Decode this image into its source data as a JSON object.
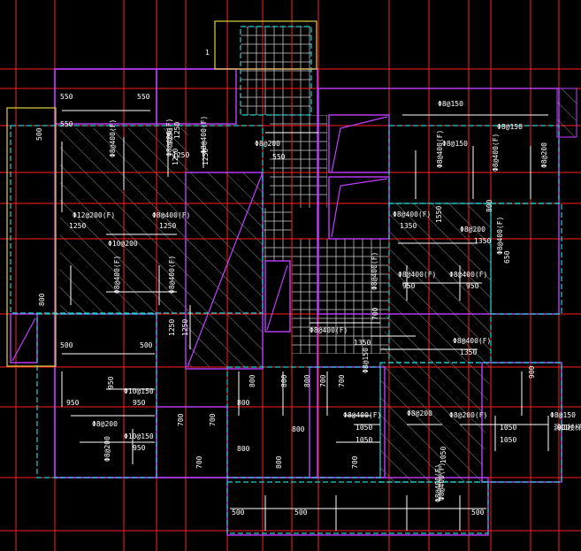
{
  "drawing": {
    "background": "#000000",
    "colors": {
      "axis": "#ff2020",
      "wall": "#c040ff",
      "dim": "#ffffff",
      "rebar": "#ffffff",
      "cyan": "#20d0d0",
      "yellow": "#e0d040"
    },
    "labels": [
      {
        "id": "l1",
        "text": "1"
      },
      {
        "id": "l550a",
        "text": "550"
      },
      {
        "id": "l550b",
        "text": "550"
      },
      {
        "id": "l550c",
        "text": "550"
      },
      {
        "id": "l500a",
        "text": "500"
      },
      {
        "id": "l8at400a",
        "text": "Φ8@400(F)"
      },
      {
        "id": "l8at400b",
        "text": "Φ8@400(F)"
      },
      {
        "id": "l1250a",
        "text": "1250"
      },
      {
        "id": "l1250b",
        "text": "1250"
      },
      {
        "id": "l8at400c",
        "text": "Φ8@400(F)"
      },
      {
        "id": "l550d",
        "text": "550"
      },
      {
        "id": "l8at200a",
        "text": "Φ8@200"
      },
      {
        "id": "l8at150a",
        "text": "Φ8@150"
      },
      {
        "id": "l8at150b",
        "text": "Φ8@150"
      },
      {
        "id": "l12at200",
        "text": "Φ12@200(F)"
      },
      {
        "id": "l1250c",
        "text": "1250"
      },
      {
        "id": "l8at400d",
        "text": "Φ8@400(F)"
      },
      {
        "id": "l1250d",
        "text": "1250"
      },
      {
        "id": "l10at200",
        "text": "Φ10@200"
      },
      {
        "id": "l8at400e",
        "text": "Φ8@400(F)"
      },
      {
        "id": "l1350a",
        "text": "1350"
      },
      {
        "id": "l1350b",
        "text": "1350"
      },
      {
        "id": "l950a",
        "text": "950"
      },
      {
        "id": "l950b",
        "text": "950"
      },
      {
        "id": "l8at400f",
        "text": "Φ8@400(F)"
      },
      {
        "id": "l8at400g",
        "text": "Φ8@400(F)"
      },
      {
        "id": "l800a",
        "text": "800"
      },
      {
        "id": "l500b",
        "text": "500"
      },
      {
        "id": "l500c",
        "text": "500"
      },
      {
        "id": "l1250e",
        "text": "1250"
      },
      {
        "id": "l1250f",
        "text": "1250"
      },
      {
        "id": "l8at400h",
        "text": "Φ8@400(F)"
      },
      {
        "id": "l1350c",
        "text": "1350"
      },
      {
        "id": "l8at400i",
        "text": "Φ8@400(F)"
      },
      {
        "id": "l1350d",
        "text": "1350"
      },
      {
        "id": "l950c",
        "text": "950"
      },
      {
        "id": "l10at150a",
        "text": "Φ10@150"
      },
      {
        "id": "l950d",
        "text": "950"
      },
      {
        "id": "l950e",
        "text": "950"
      },
      {
        "id": "l8at200b",
        "text": "Φ8@200"
      },
      {
        "id": "l10at150b",
        "text": "Φ10@150"
      },
      {
        "id": "l950f",
        "text": "950"
      },
      {
        "id": "l800b",
        "text": "800"
      },
      {
        "id": "l800c",
        "text": "800"
      },
      {
        "id": "l700a",
        "text": "700"
      },
      {
        "id": "l700b",
        "text": "700"
      },
      {
        "id": "l800d",
        "text": "800"
      },
      {
        "id": "l800e",
        "text": "800"
      },
      {
        "id": "l8at400j",
        "text": "Φ8@400(F)"
      },
      {
        "id": "l1050a",
        "text": "1050"
      },
      {
        "id": "l1050b",
        "text": "1050"
      },
      {
        "id": "l8at200c",
        "text": "Φ8@200(F)"
      },
      {
        "id": "l1050c",
        "text": "1050"
      },
      {
        "id": "l1050d",
        "text": "1050"
      },
      {
        "id": "l8at150c",
        "text": "Φ8@150"
      },
      {
        "id": "l900a",
        "text": "900"
      },
      {
        "id": "l900b",
        "text": "900"
      },
      {
        "id": "l700c",
        "text": "700"
      },
      {
        "id": "l700d",
        "text": "700"
      },
      {
        "id": "l800f",
        "text": "800"
      },
      {
        "id": "l700e",
        "text": "700"
      },
      {
        "id": "l800g",
        "text": "800"
      },
      {
        "id": "l700f",
        "text": "700"
      },
      {
        "id": "l8at400k",
        "text": "Φ8@400(F)"
      },
      {
        "id": "l1050e",
        "text": "1050"
      },
      {
        "id": "l500d",
        "text": "500"
      },
      {
        "id": "l500e",
        "text": "500"
      },
      {
        "id": "l500f",
        "text": "500"
      },
      {
        "id": "l800h",
        "text": "800"
      },
      {
        "id": "l8at400l",
        "text": "Φ8@400(F)"
      },
      {
        "id": "l8at400m",
        "text": "Φ8@400(F)"
      },
      {
        "id": "l8at400n",
        "text": "Φ8@400(F)"
      },
      {
        "id": "l1250g",
        "text": "1250"
      },
      {
        "id": "l1250h",
        "text": "1250"
      },
      {
        "id": "l1250i",
        "text": "1250"
      },
      {
        "id": "l700g",
        "text": "700"
      },
      {
        "id": "l1550",
        "text": "1550"
      },
      {
        "id": "l800i",
        "text": "800"
      },
      {
        "id": "l650",
        "text": "650"
      },
      {
        "id": "l8at400o",
        "text": "Φ8@400(F)"
      },
      {
        "id": "l8at400p",
        "text": "Φ8@400(F)"
      },
      {
        "id": "l8at200d",
        "text": "Φ8@200"
      },
      {
        "id": "l8at150d",
        "text": "Φ8@150"
      },
      {
        "id": "l8at400q",
        "text": "Φ8@400(F)"
      },
      {
        "id": "l8at400r",
        "text": "Φ8@400(F)"
      },
      {
        "id": "l8at200e",
        "text": "Φ8@200"
      },
      {
        "id": "l8at200f",
        "text": "Φ8@200"
      },
      {
        "id": "l8at200g",
        "text": "Φ8@200"
      },
      {
        "id": "l8at150e",
        "text": "Φ8@150"
      },
      {
        "id": "lnote",
        "text": "洞口楼梯"
      }
    ]
  }
}
